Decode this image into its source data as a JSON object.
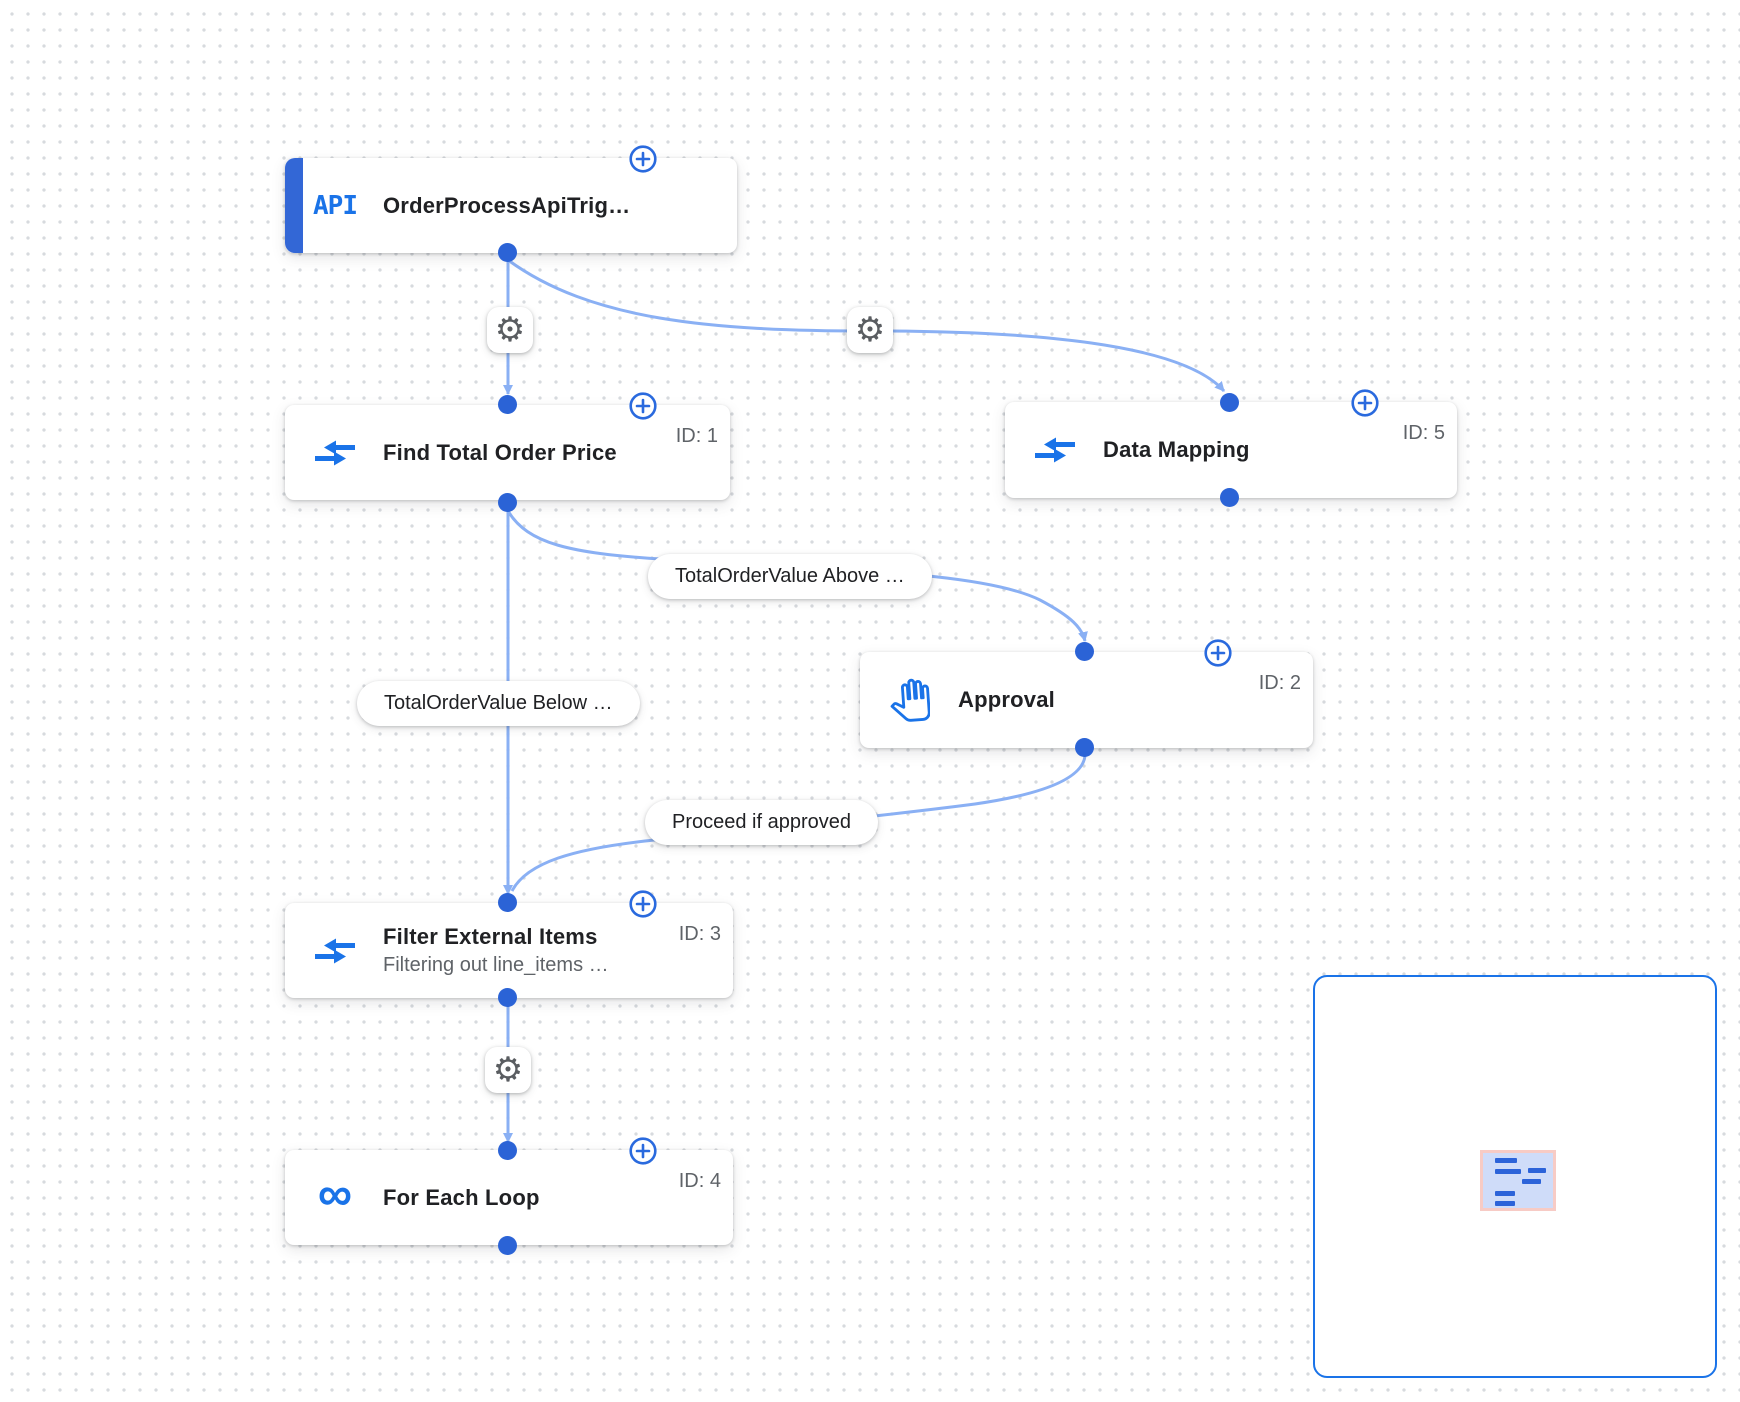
{
  "nodes": {
    "trigger": {
      "title": "OrderProcessApiTrig…",
      "api_label": "API"
    },
    "find_total": {
      "title": "Find Total Order Price",
      "badge": "ID: 1"
    },
    "data_mapping": {
      "title": "Data Mapping",
      "badge": "ID: 5"
    },
    "approval": {
      "title": "Approval",
      "badge": "ID: 2"
    },
    "filter": {
      "title": "Filter External Items",
      "subtitle": "Filtering out line_items …",
      "badge": "ID: 3"
    },
    "foreach": {
      "title": "For Each Loop",
      "badge": "ID: 4"
    }
  },
  "edge_labels": {
    "above": "TotalOrderValue Above …",
    "below": "TotalOrderValue Below …",
    "approved": "Proceed if approved"
  },
  "icons": {
    "gear": "⚙",
    "infinity": "∞"
  },
  "colors": {
    "accent_blue": "#1a73e8",
    "edge_blue": "#8ab0f4",
    "connection_dot": "#2b63d6",
    "trigger_bar": "#3367d6",
    "minimap_border": "#1a73e8",
    "minimap_viewport_fill": "#cfdcf9",
    "minimap_viewport_border": "#f7cbc5"
  }
}
